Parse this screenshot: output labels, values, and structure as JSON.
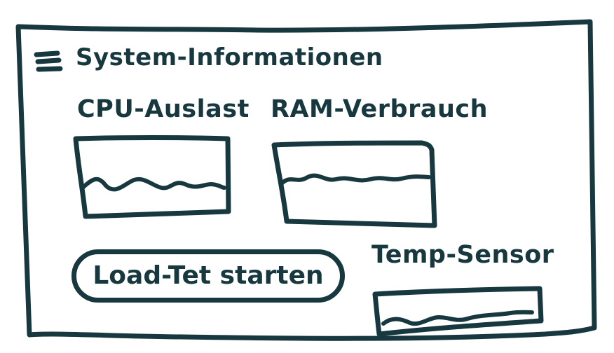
{
  "window": {
    "title": "System-Informationen",
    "menu_icon": "hamburger-menu-icon"
  },
  "widgets": {
    "cpu": {
      "label": "CPU-Auslast"
    },
    "ram": {
      "label": "RAM-Verbrauch"
    },
    "temperature": {
      "label": "Temp-Sensor"
    }
  },
  "actions": {
    "load_test_label": "Load-Tet starten"
  },
  "colors": {
    "ink": "#17383f",
    "background": "#ffffff"
  }
}
